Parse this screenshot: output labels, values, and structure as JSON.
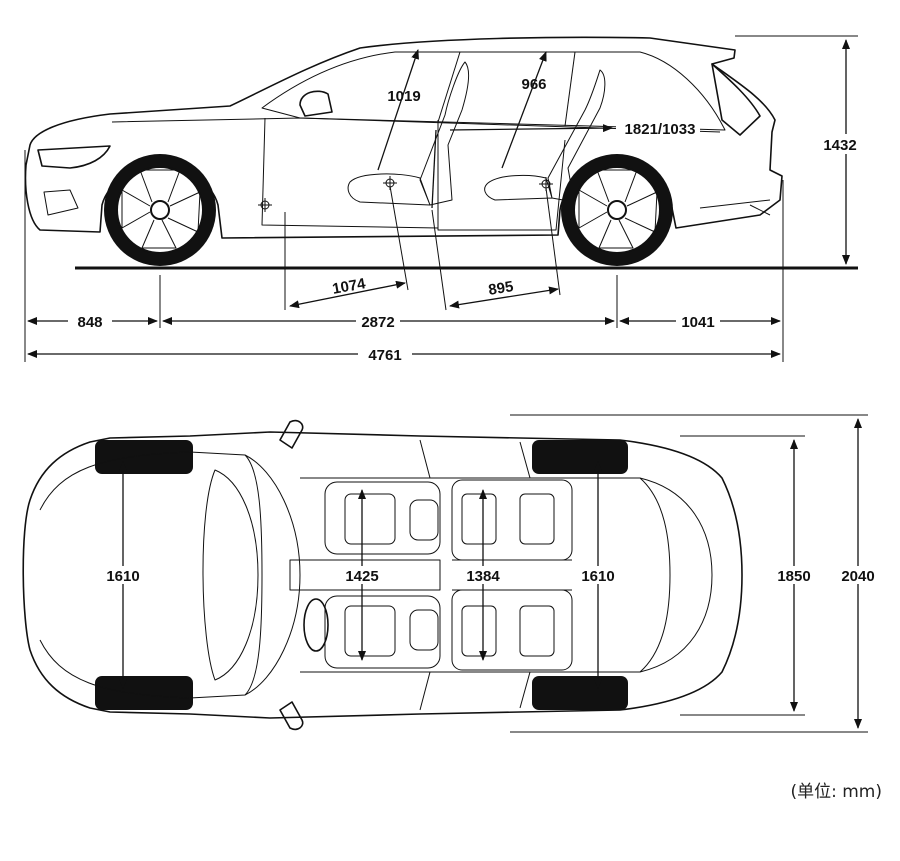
{
  "side_view": {
    "labels": {
      "headroom_front": "1019",
      "headroom_rear": "966",
      "shoulder": "1821/1033",
      "height": "1432",
      "legroom_front": "1074",
      "legroom_rear": "895",
      "front_overhang": "848",
      "wheelbase": "2872",
      "rear_overhang": "1041",
      "length": "4761"
    }
  },
  "top_view": {
    "labels": {
      "track_front": "1610",
      "shoulder_front": "1425",
      "shoulder_rear": "1384",
      "track_rear": "1610",
      "width": "1850",
      "width_mirrors": "2040"
    }
  },
  "unit_note": "(单位: mm)"
}
